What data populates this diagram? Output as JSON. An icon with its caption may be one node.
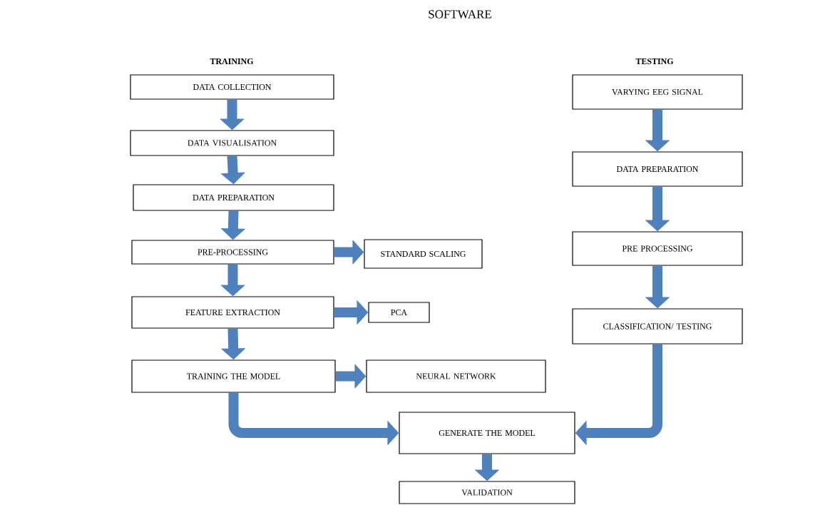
{
  "diagram": {
    "title": "SOFTWARE",
    "nodes": [
      {
        "text": [
          "DATA COLLECTION"
        ]
      },
      {
        "text": [
          "DATA VISUALISATION"
        ]
      },
      {
        "text": [
          "DATA PREPARATION"
        ]
      },
      {
        "text": [
          "PRE-PROCESSING"
        ]
      },
      {
        "text": [
          "STANDARD SCALING"
        ]
      },
      {
        "text": [
          "FEATURE EXTRACTION"
        ]
      },
      {
        "text": [
          "PCA"
        ]
      },
      {
        "text": [
          "TRAINING THE MODEL"
        ]
      },
      {
        "text": [
          "NEURAL NETWORK"
        ]
      },
      {
        "text": [
          "VARYING EEG SIGNAL"
        ]
      },
      {
        "text": [
          "DATA PREPARATION"
        ]
      },
      {
        "text": [
          "PRE PROCESSING"
        ]
      },
      {
        "text": [
          "CLASSIFICATION/ TESTING"
        ]
      },
      {
        "text": [
          "GENERATE THE MODEL"
        ]
      },
      {
        "text": [
          "VALIDATION"
        ]
      }
    ],
    "edges": [
      {
        "from": 0,
        "to": 1,
        "arrow": "to"
      },
      {
        "from": 1,
        "to": 2,
        "arrow": "to"
      },
      {
        "from": 2,
        "to": 3,
        "arrow": "to"
      },
      {
        "from": 3,
        "to": 4,
        "arrow": "to"
      },
      {
        "from": 3,
        "to": 5,
        "arrow": "to"
      },
      {
        "from": 5,
        "to": 6,
        "arrow": "to"
      },
      {
        "from": 5,
        "to": 7,
        "arrow": "to"
      },
      {
        "from": 7,
        "to": 8,
        "arrow": "to"
      },
      {
        "from": 7,
        "to": 13,
        "arrow": "to"
      },
      {
        "from": 9,
        "to": 10,
        "arrow": "to"
      },
      {
        "from": 10,
        "to": 11,
        "arrow": "to"
      },
      {
        "from": 11,
        "to": 12,
        "arrow": "to"
      },
      {
        "from": 12,
        "to": 13,
        "arrow": "to"
      },
      {
        "from": 13,
        "to": 14,
        "arrow": "to"
      }
    ],
    "labels": [
      "TRAINING",
      "TESTING"
    ]
  }
}
